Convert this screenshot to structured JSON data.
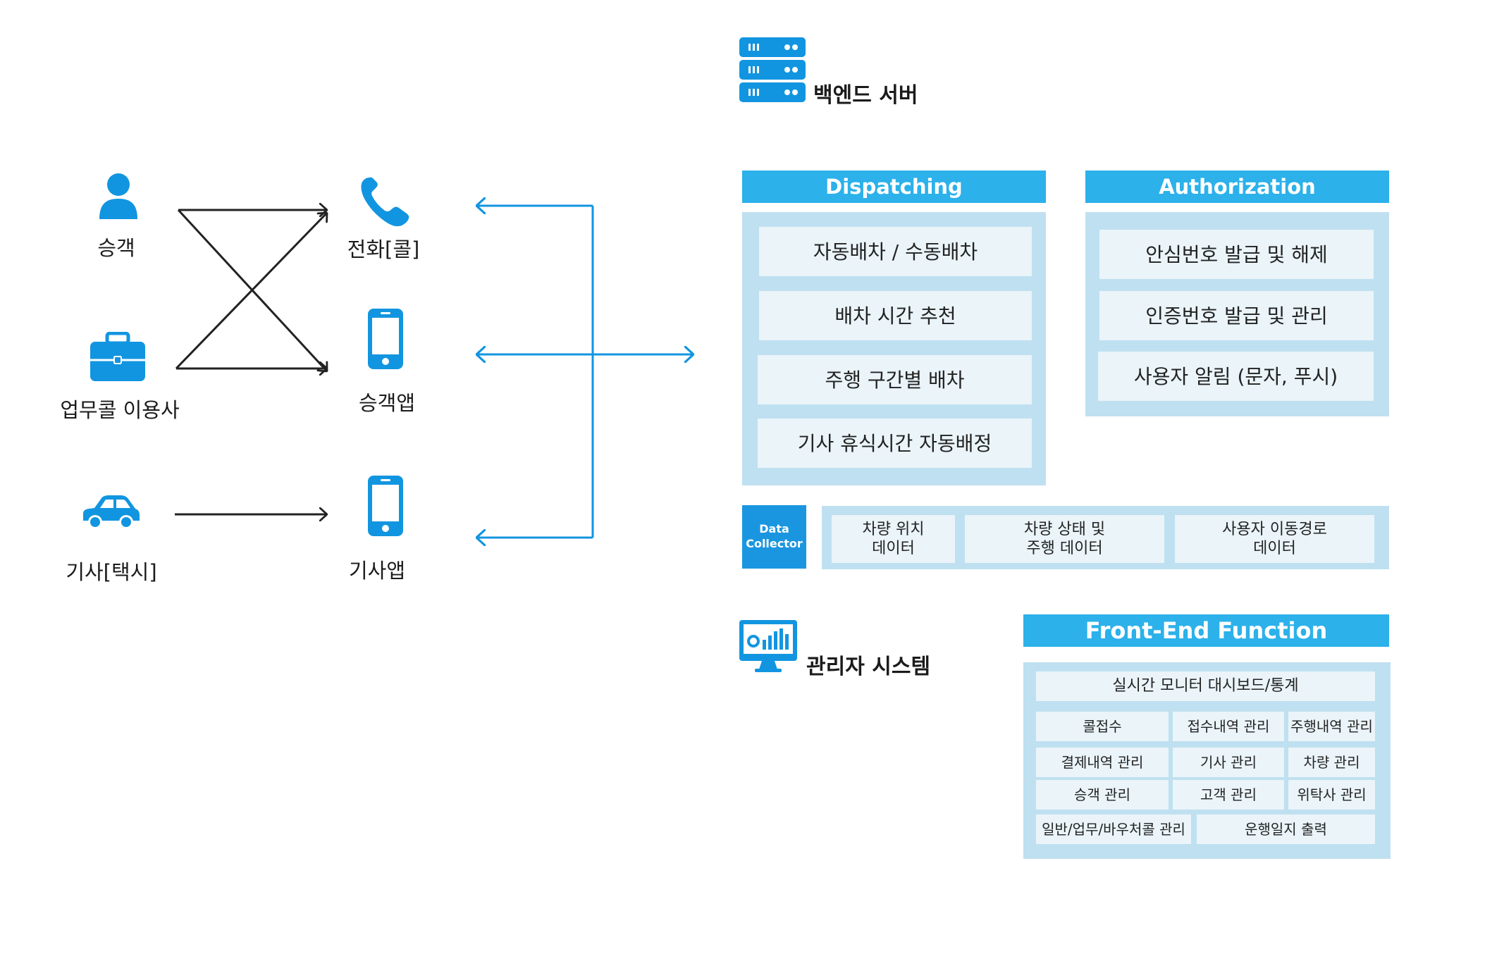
{
  "colors": {
    "accent": "#2cb1ea",
    "icon_blue": "#1295e0",
    "panel": "#bfe0f0",
    "cell": "#eaf4f9",
    "arrow_dark": "#222222"
  },
  "left": {
    "sources": [
      {
        "label": "승객",
        "icon": "person-icon"
      },
      {
        "label": "업무콜 이용사",
        "icon": "briefcase-icon"
      },
      {
        "label": "기사[택시]",
        "icon": "car-icon"
      }
    ],
    "channels": [
      {
        "label": "전화[콜]",
        "icon": "phone-icon"
      },
      {
        "label": "승객앱",
        "icon": "smartphone-icon"
      },
      {
        "label": "기사앱",
        "icon": "smartphone-icon"
      }
    ]
  },
  "backend": {
    "title": "백엔드 서버",
    "icon": "server-icon",
    "dispatching": {
      "header": "Dispatching",
      "items": [
        "자동배차 / 수동배차",
        "배차 시간 추천",
        "주행 구간별 배차",
        "기사 휴식시간 자동배정"
      ]
    },
    "authorization": {
      "header": "Authorization",
      "items": [
        "안심번호 발급 및 해제",
        "인증번호 발급 및 관리",
        "사용자 알림 (문자, 푸시)"
      ]
    },
    "data_collector": {
      "label_line1": "Data",
      "label_line2": "Collector",
      "items": [
        {
          "line1": "차량 위치",
          "line2": "데이터"
        },
        {
          "line1": "차량 상태 및",
          "line2": "주행 데이터"
        },
        {
          "line1": "사용자 이동경로",
          "line2": "데이터"
        }
      ]
    }
  },
  "admin": {
    "title": "관리자 시스템",
    "icon": "monitor-chart-icon",
    "frontend": {
      "header": "Front-End Function",
      "dashboard": "실시간 모니터 대시보드/통계",
      "rows": [
        [
          "콜접수",
          "접수내역 관리",
          "주행내역 관리"
        ],
        [
          "결제내역 관리",
          "기사 관리",
          "차량 관리"
        ],
        [
          "승객 관리",
          "고객 관리",
          "위탁사 관리"
        ]
      ],
      "last_row": [
        "일반/업무/바우처콜 관리",
        "운행일지 출력"
      ]
    }
  }
}
